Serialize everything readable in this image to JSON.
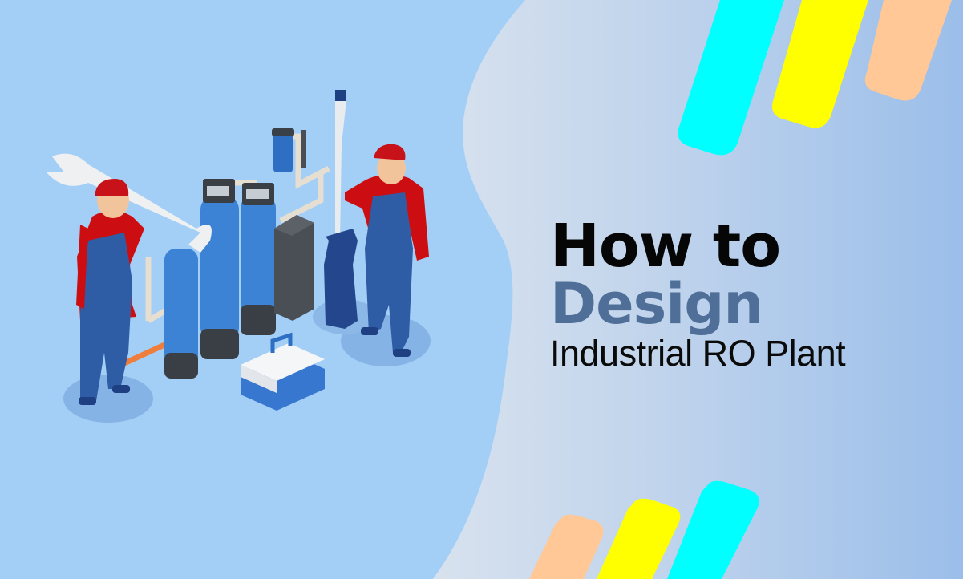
{
  "banner": {
    "title_line1": "How to",
    "title_line2": "Design",
    "title_line3": "Industrial RO Plant"
  },
  "colors": {
    "left_background": "#a3cff7",
    "right_gradient_start": "#d6e0ec",
    "right_gradient_end": "#9dbfea",
    "title_dark": "#060606",
    "title_accent": "#4f6f98",
    "stripe_cyan": "#00ffff",
    "stripe_yellow": "#ffff00",
    "stripe_peach": "#ffc896"
  },
  "illustration": {
    "description": "Two plumbers in red shirts and blue overalls with giant wrench and screwdriver next to blue water filter tanks, pipes and a toolbox"
  }
}
